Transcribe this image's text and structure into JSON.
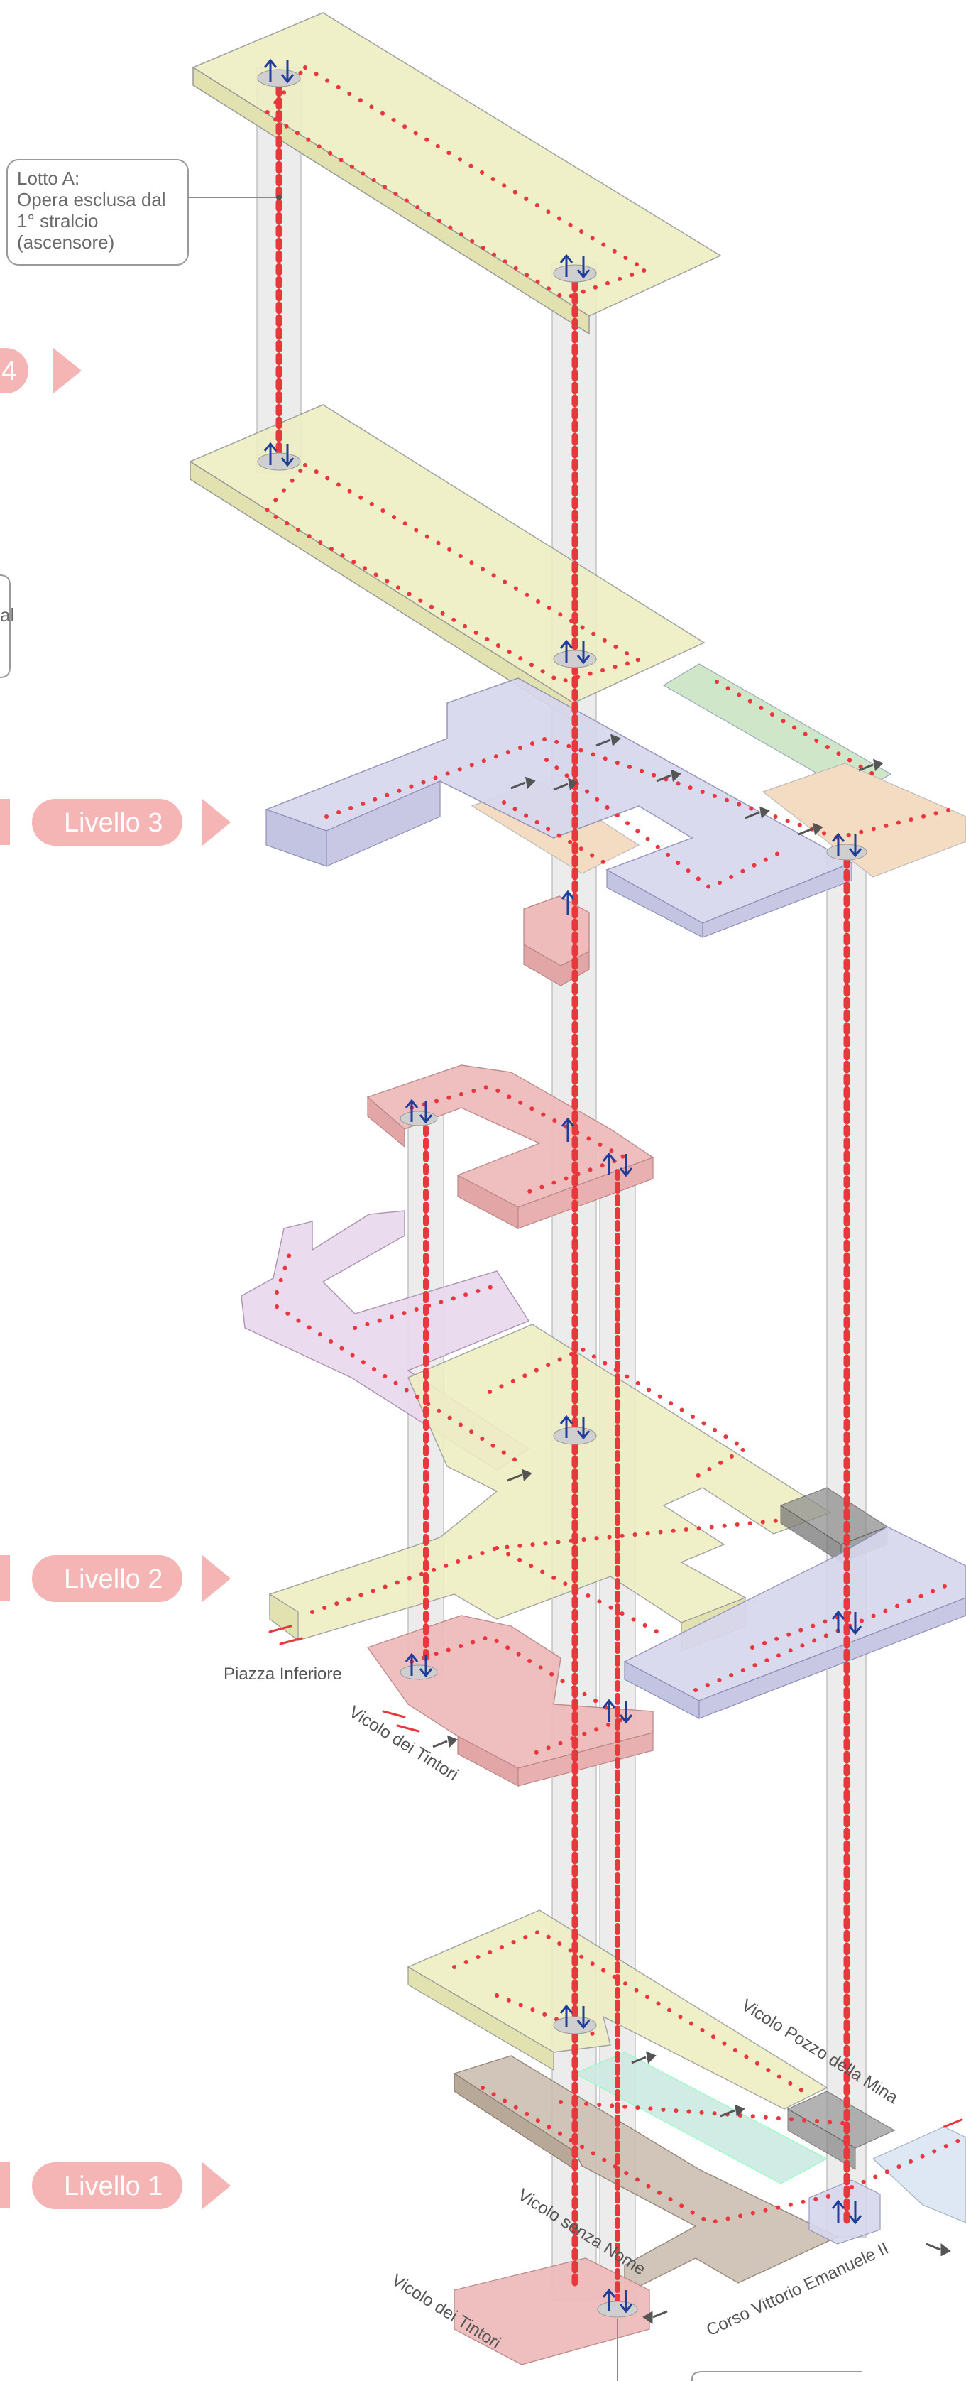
{
  "level_labels": {
    "level_4_partial": "4",
    "level_3": "Livello 3",
    "level_2": "Livello 2",
    "level_1": "Livello 1"
  },
  "callout": {
    "line1": "Lotto A:",
    "line2": "Opera esclusa dal",
    "line3": "1° stralcio",
    "line4": "(ascensore)",
    "partial_second": "al"
  },
  "streets": {
    "piazza_inferiore": "Piazza Inferiore",
    "vicolo_tintori_l2": "Vicolo dei Tintori",
    "vicolo_tintori_l1": "Vicolo dei Tintori",
    "vicolo_pozzo": "Vicolo Pozzo della Mina",
    "vicolo_senza_nome": "Vicolo senza Nome",
    "corso_vittorio": "Corso Vittorio Emanuele II"
  },
  "colors": {
    "yellow": "#eeeec3",
    "lavender": "#d7d7ee",
    "peach": "#f4dcc2",
    "green": "#cfe6c8",
    "pink": "#efbcbc",
    "lilac": "#ead9ee",
    "taupe": "#cdbfb2",
    "teal": "#cdeae3",
    "grey_block": "#9a9a9a",
    "route": "#e8383d",
    "pill": "#f5b5b5",
    "lift_arrow": "#1f3e9b",
    "shaft": "#e6e6e6"
  },
  "icons": {
    "lift": "lift-arrows-icon",
    "flow": "flow-arrow-icon",
    "pill_pointer": "triangle-right-icon"
  }
}
